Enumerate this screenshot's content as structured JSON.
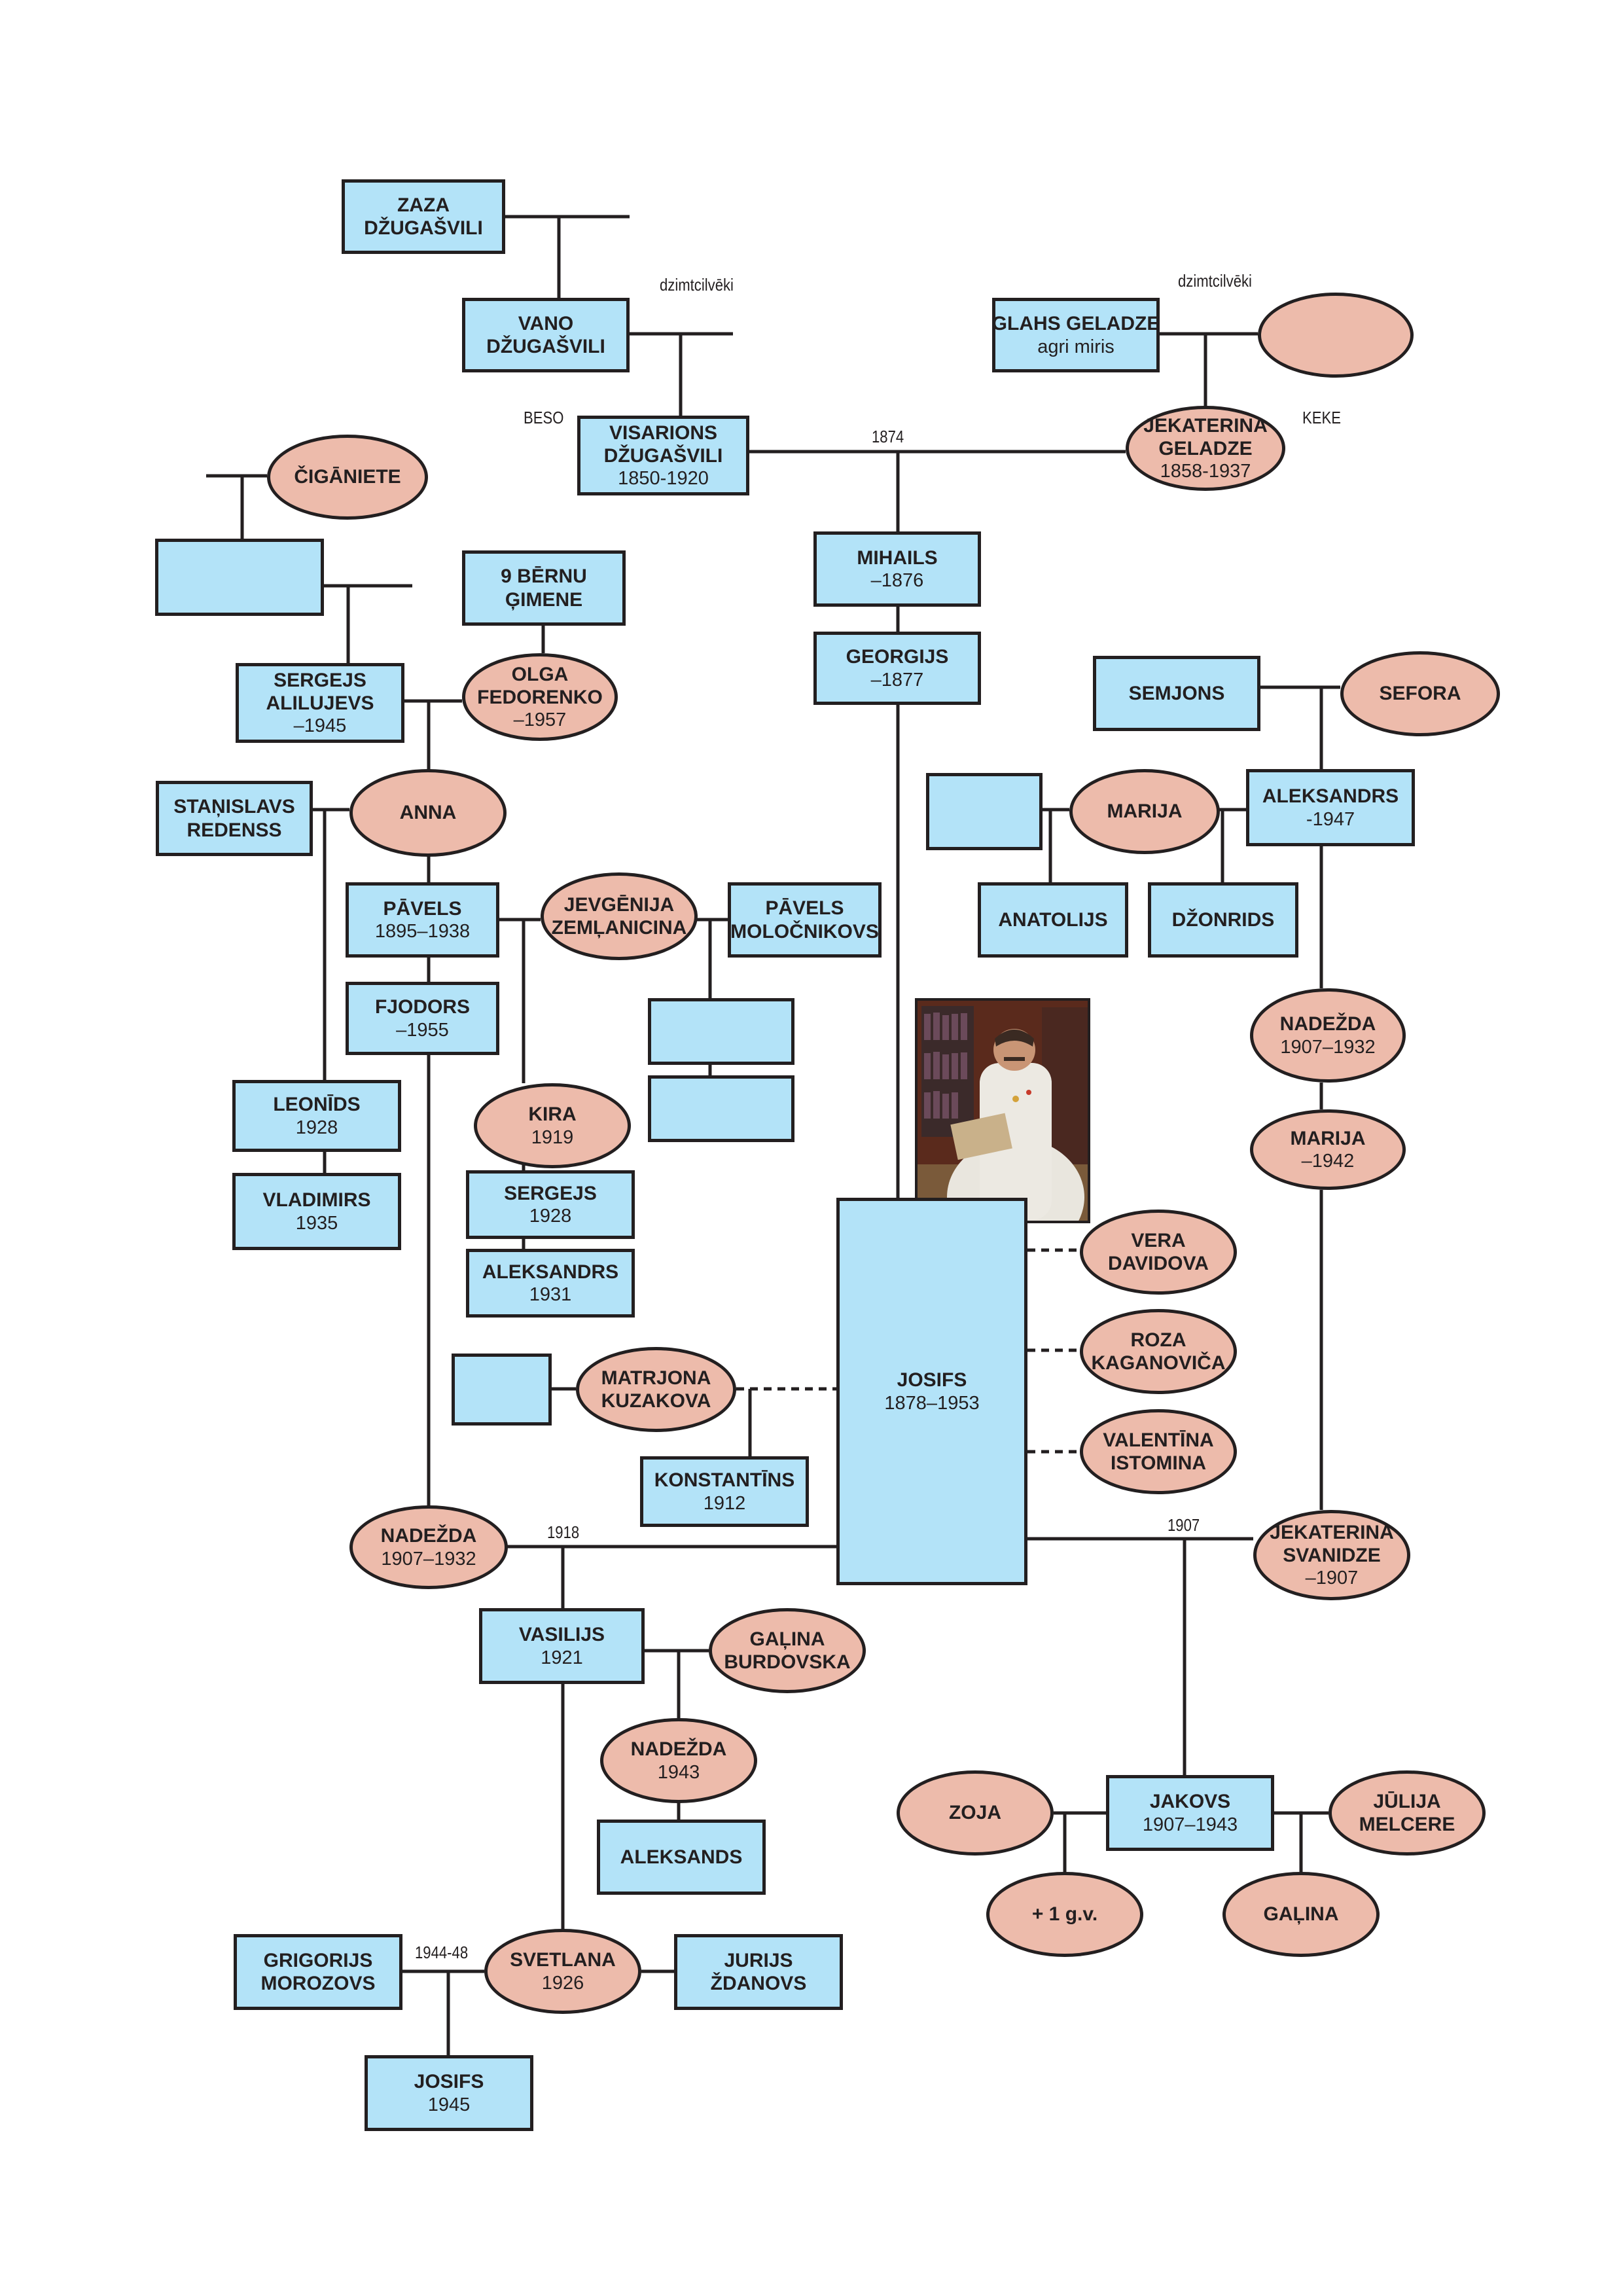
{
  "nodes": {
    "zaza": {
      "l1": "ZAZA",
      "l2": "DŽUGAŠVILI"
    },
    "vano": {
      "l1": "VANO",
      "l2": "DŽUGAŠVILI"
    },
    "visarions": {
      "l1": "VISARIONS",
      "l2": "DŽUGAŠVILI",
      "sub": "1850-1920"
    },
    "glahs": {
      "l1": "GLAHS GELADZE",
      "sub": "agri miris"
    },
    "jekaterina_g": {
      "l1": "JEKATERINA",
      "l2": "GELADZE",
      "sub": "1858-1937"
    },
    "ciganiete": {
      "l1": "ČIGĀNIETE"
    },
    "berni9": {
      "l1": "9 BĒRNU",
      "l2": "ĢIMENE"
    },
    "sergejs_a": {
      "l1": "SERGEJS",
      "l2": "ALILUJEVS",
      "sub": "–1945"
    },
    "olga": {
      "l1": "OLGA",
      "l2": "FEDORENKO",
      "sub": "–1957"
    },
    "mihails": {
      "l1": "MIHAILS",
      "sub": "–1876"
    },
    "georgijs": {
      "l1": "GEORGIJS",
      "sub": "–1877"
    },
    "semjons": {
      "l1": "SEMJONS"
    },
    "sefora": {
      "l1": "SEFORA"
    },
    "stanislavs": {
      "l1": "STAŅISLAVS",
      "l2": "REDENSS"
    },
    "anna": {
      "l1": "ANNA"
    },
    "marija1": {
      "l1": "MARIJA"
    },
    "aleksandrs1": {
      "l1": "ALEKSANDRS",
      "sub": "-1947"
    },
    "pavels1": {
      "l1": "PĀVELS",
      "sub": "1895–1938"
    },
    "jevgenija": {
      "l1": "JEVGĒNIJA",
      "l2": "ZEMĻANICINA"
    },
    "pavels_m": {
      "l1": "PĀVELS",
      "l2": "MOLOČNIKOVS"
    },
    "anatolijs": {
      "l1": "ANATOLIJS"
    },
    "dzonrids": {
      "l1": "DŽONRIDS"
    },
    "fjodors": {
      "l1": "FJODORS",
      "sub": "–1955"
    },
    "nadezda_r": {
      "l1": "NADEŽDA",
      "sub": "1907–1932"
    },
    "leonids": {
      "l1": "LEONĪDS",
      "sub": "1928"
    },
    "kira": {
      "l1": "KIRA",
      "sub": "1919"
    },
    "marija2": {
      "l1": "MARIJA",
      "sub": "–1942"
    },
    "vladimirs": {
      "l1": "VLADIMIRS",
      "sub": "1935"
    },
    "sergejs2": {
      "l1": "SERGEJS",
      "sub": "1928"
    },
    "aleksandrs2": {
      "l1": "ALEKSANDRS",
      "sub": "1931"
    },
    "vera": {
      "l1": "VERA",
      "l2": "DAVIDOVA"
    },
    "roza": {
      "l1": "ROZA",
      "l2": "KAGANOVIČA"
    },
    "matrjona": {
      "l1": "MATRJONA",
      "l2": "KUZAKOVA"
    },
    "josifs": {
      "l1": "JOSIFS",
      "sub": "1878–1953"
    },
    "valentina": {
      "l1": "VALENTĪNA",
      "l2": "ISTOMINA"
    },
    "konstantins": {
      "l1": "KONSTANTĪNS",
      "sub": "1912"
    },
    "nadezda_l": {
      "l1": "NADEŽDA",
      "sub": "1907–1932"
    },
    "jekaterina_s": {
      "l1": "JEKATERINA",
      "l2": "SVANIDZE",
      "sub": "–1907"
    },
    "vasilijs": {
      "l1": "VASILIJS",
      "sub": "1921"
    },
    "galina_b": {
      "l1": "GAĻINA",
      "l2": "BURDOVSKA"
    },
    "nadezda_1943": {
      "l1": "NADEŽDA",
      "sub": "1943"
    },
    "aleksands": {
      "l1": "ALEKSANDS"
    },
    "zoja": {
      "l1": "ZOJA"
    },
    "jakovs": {
      "l1": "JAKOVS",
      "sub": "1907–1943"
    },
    "julija": {
      "l1": "JŪLIJA",
      "l2": "MELCERE"
    },
    "g1": {
      "l1": "+ 1 g.v."
    },
    "galina": {
      "l1": "GAĻINA"
    },
    "grigorijs": {
      "l1": "GRIGORIJS",
      "l2": "MOROZOVS"
    },
    "svetlana": {
      "l1": "SVETLANA",
      "sub": "1926"
    },
    "jurijs": {
      "l1": "JURIJS",
      "l2": "ŽDANOVS"
    },
    "josifs_1945": {
      "l1": "JOSIFS",
      "sub": "1945"
    }
  },
  "labels": {
    "dzimtcilveki_left": "dzimtcilvēki",
    "dzimtcilveki_right": "dzimtcilvēki",
    "beso": "BESO",
    "keke": "KEKE",
    "y1874": "1874",
    "y1918": "1918",
    "y1907": "1907",
    "y1944_48": "1944-48"
  },
  "colors": {
    "male_box": "#b3e3f8",
    "female_oval": "#edbbab",
    "outline": "#231f20"
  }
}
